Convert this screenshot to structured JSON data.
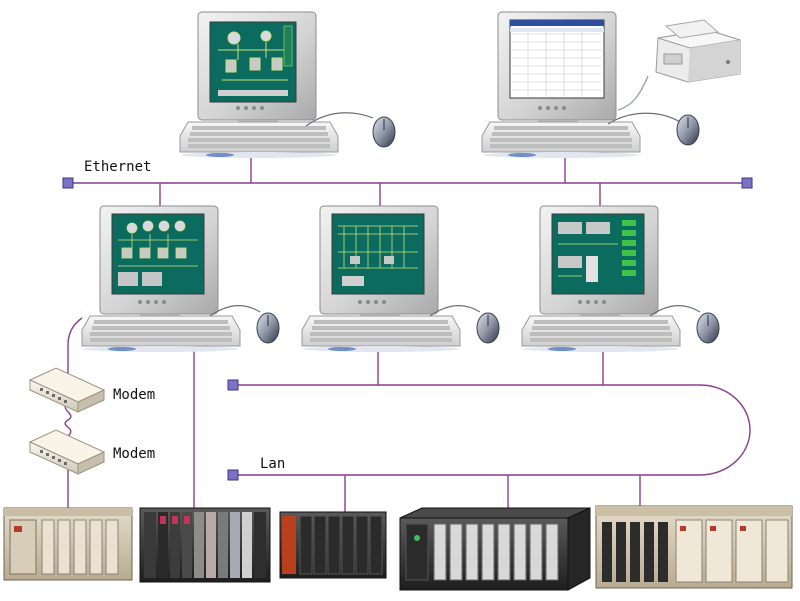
{
  "labels": {
    "ethernet": "Ethernet",
    "modem_top": "Modem",
    "modem_bottom": "Modem",
    "lan": "Lan"
  },
  "colors": {
    "network_line": "#8a3d8f",
    "node_marker": "#7a72c6",
    "node_marker_stroke": "#3d3580",
    "screen_green": "#0b6b5e",
    "monitor_body": "#dcdcdc",
    "background": "#ffffff"
  },
  "icons": {
    "workstation": "computer-monitor-icon",
    "printer": "printer-icon",
    "modem": "modem-icon",
    "plc": "plc-rack-icon",
    "mouse": "mouse-icon",
    "keyboard": "keyboard-icon"
  }
}
